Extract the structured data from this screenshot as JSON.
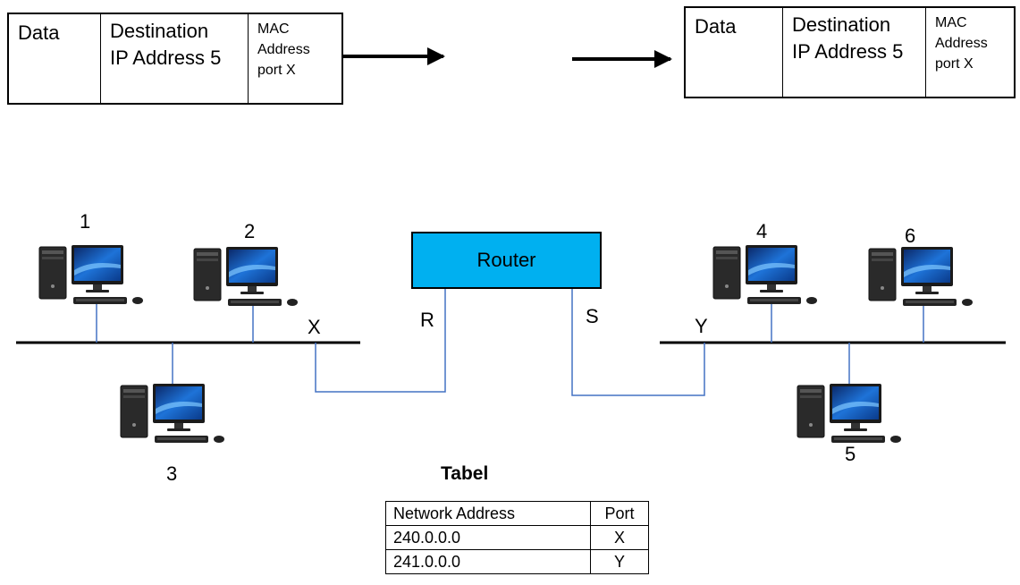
{
  "frames": [
    {
      "data": "Data",
      "dest_line1": "Destination",
      "dest_line2": "IP Address 5",
      "mac_line1": "MAC",
      "mac_line2": "Address",
      "mac_line3": "port  X"
    },
    {
      "data": "Data",
      "dest_line1": "Destination",
      "dest_line2": "IP Address 5",
      "mac_line1": "MAC",
      "mac_line2": "Address",
      "mac_line3": "port  X"
    }
  ],
  "router": {
    "label": "Router",
    "ports": {
      "left": "R",
      "right": "S"
    }
  },
  "segments": {
    "left_port": "X",
    "right_port": "Y"
  },
  "computers": [
    "1",
    "2",
    "3",
    "4",
    "5",
    "6"
  ],
  "table": {
    "title": "Tabel",
    "headers": [
      "Network Address",
      "Port"
    ],
    "rows": [
      {
        "network": "240.0.0.0",
        "port": "X"
      },
      {
        "network": "241.0.0.0",
        "port": "Y"
      }
    ]
  },
  "colors": {
    "router": "#00b0f0",
    "link": "#4472c4",
    "bus": "#000000"
  }
}
